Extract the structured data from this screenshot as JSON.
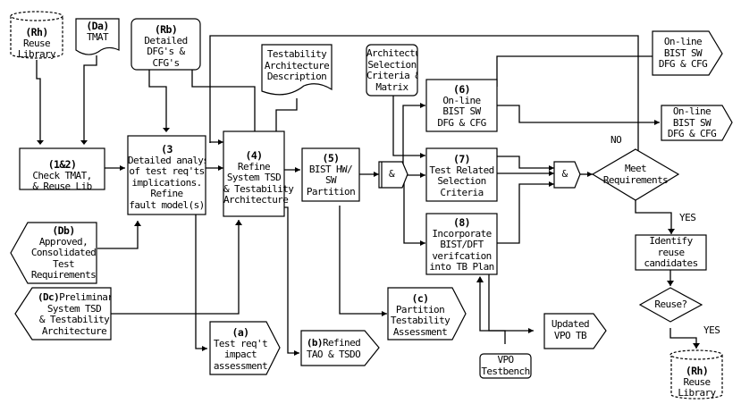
{
  "diagram": {
    "nodes": {
      "rh_top": {
        "id": "(Rh)",
        "text": "Reuse\nLibrary"
      },
      "da": {
        "id": "(Da)",
        "text": "TMAT"
      },
      "rb": {
        "id": "(Rb)",
        "text": "Detailed\nDFG's &\nCFG's"
      },
      "tad": {
        "text": "Testability\nArchitecture\nDescription"
      },
      "ascm": {
        "text": "Architectur\nSelection\nCriteria &\nMatrix"
      },
      "n12": {
        "id": "(1&2)",
        "text": "Check TMAT,\n& Reuse Lib"
      },
      "n3": {
        "id": "(3",
        "text": "Detailed analysi\nof test req'ts\nimplications.\nRefine\nfault model(s)"
      },
      "n4": {
        "id": "(4)",
        "text": "Refine\nSystem TSD\n& Testability\nArchitecture"
      },
      "n5": {
        "id": "(5)",
        "text": "BIST HW/\nSW\nPartition"
      },
      "n6": {
        "id": "(6)",
        "text": "On-line\nBIST SW\nDFG & CFG"
      },
      "n7": {
        "id": "(7)",
        "text": "Test Related\nSelection\nCriteria"
      },
      "n8": {
        "id": "(8)",
        "text": "Incorporate\nBIST/DFT\nverifcation\ninto TB Plan"
      },
      "out1": {
        "text": "On-line\nBIST SW\nDFG & CFG"
      },
      "out2": {
        "text": "On-line\nBIST SW\nDFG & CFG"
      },
      "and1": {
        "text": "&"
      },
      "and2": {
        "text": "&"
      },
      "meet": {
        "text": "Meet\nRequirements"
      },
      "identify": {
        "text": "Identify\nreuse\ncandidates"
      },
      "reuse_q": {
        "text": "Reuse?"
      },
      "rh_bottom": {
        "id": "(Rh)",
        "text": "Reuse\nLibrary"
      },
      "db": {
        "id": "(Db)",
        "text": "Approved,\nConsolidated\nTest\nRequirements"
      },
      "dc": {
        "id": "(Dc)",
        "text": "Preliminar\nSystem TSD\n& Testability\nArchitecture"
      },
      "out_a": {
        "id": "(a)",
        "text": "Test req't\nimpact\nassessment"
      },
      "out_b": {
        "id": "(b)",
        "text": "Refined\nTAO & TSDO"
      },
      "out_c": {
        "id": "(c)",
        "text": "Partition\nTestability\nAssessment"
      },
      "updated": {
        "text": "Updated\nVPO TB"
      },
      "vpo": {
        "text": "VPO\nTestbench"
      }
    },
    "labels": {
      "no": "NO",
      "yes1": "YES",
      "yes2": "YES"
    }
  }
}
